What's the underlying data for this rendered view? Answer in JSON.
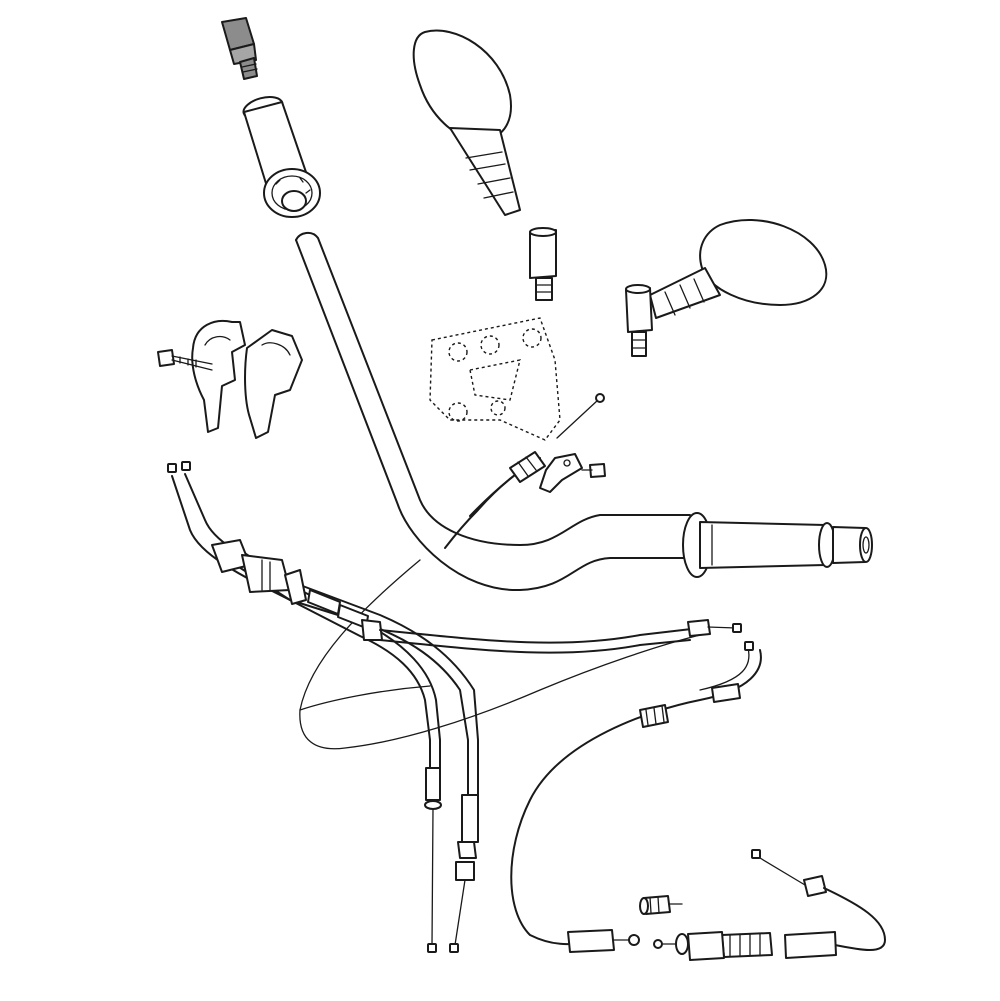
{
  "diagram": {
    "colors": {
      "line": "#1a1a1a",
      "background": "#ffffff",
      "highlighted_part": "#8c8c8c"
    },
    "parts": [
      {
        "name": "bar-end-weight",
        "highlighted": true
      },
      {
        "name": "left-grip"
      },
      {
        "name": "left-mirror"
      },
      {
        "name": "right-mirror"
      },
      {
        "name": "handlebar"
      },
      {
        "name": "handlebar-clamps"
      },
      {
        "name": "mounting-bracket"
      },
      {
        "name": "right-grip"
      },
      {
        "name": "clutch-cables"
      },
      {
        "name": "throttle-cables"
      },
      {
        "name": "choke-cable"
      }
    ]
  }
}
